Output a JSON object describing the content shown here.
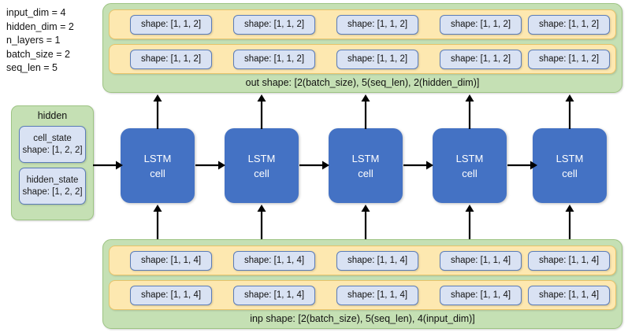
{
  "params": {
    "lines": [
      "input_dim = 4",
      "hidden_dim = 2",
      "n_layers = 1",
      "batch_size = 2",
      "seq_len = 5"
    ]
  },
  "hidden_group": {
    "title": "hidden",
    "states": [
      {
        "name": "cell_state",
        "shape": "shape: [1, 2, 2]"
      },
      {
        "name": "hidden_state",
        "shape": "shape: [1, 2, 2]"
      }
    ]
  },
  "output_group": {
    "caption": "out shape: [2(batch_size), 5(seq_len), 2(hidden_dim)]",
    "rows": [
      {
        "cells": [
          "shape: [1, 1, 2]",
          "shape: [1, 1, 2]",
          "shape: [1, 1, 2]",
          "shape: [1, 1, 2]",
          "shape: [1, 1, 2]"
        ]
      },
      {
        "cells": [
          "shape: [1, 1, 2]",
          "shape: [1, 1, 2]",
          "shape: [1, 1, 2]",
          "shape: [1, 1, 2]",
          "shape: [1, 1, 2]"
        ]
      }
    ]
  },
  "input_group": {
    "caption": "inp shape: [2(batch_size), 5(seq_len), 4(input_dim)]",
    "rows": [
      {
        "cells": [
          "shape: [1, 1, 4]",
          "shape: [1, 1, 4]",
          "shape: [1, 1, 4]",
          "shape: [1, 1, 4]",
          "shape: [1, 1, 4]"
        ]
      },
      {
        "cells": [
          "shape: [1, 1, 4]",
          "shape: [1, 1, 4]",
          "shape: [1, 1, 4]",
          "shape: [1, 1, 4]",
          "shape: [1, 1, 4]"
        ]
      }
    ]
  },
  "cells": [
    {
      "line1": "LSTM",
      "line2": "cell"
    },
    {
      "line1": "LSTM",
      "line2": "cell"
    },
    {
      "line1": "LSTM",
      "line2": "cell"
    },
    {
      "line1": "LSTM",
      "line2": "cell"
    },
    {
      "line1": "LSTM",
      "line2": "cell"
    }
  ],
  "colors": {
    "cell_fill": "#4472C4",
    "group_green": "#C5E0B4",
    "row_orange": "#FDE8B0",
    "shape_blue": "#D9E2F3",
    "shape_border": "#5B7CB8",
    "arrow": "#000000"
  }
}
